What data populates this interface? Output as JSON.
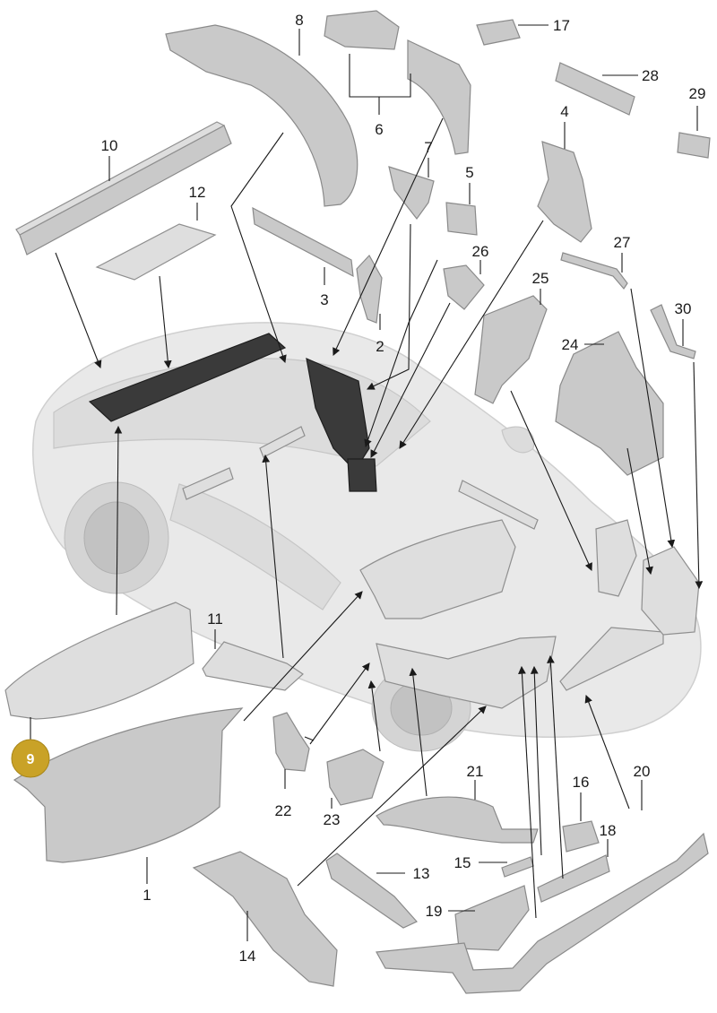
{
  "callouts": {
    "c1": "1",
    "c2": "2",
    "c3": "3",
    "c4": "4",
    "c5": "5",
    "c6": "6",
    "c7": "7",
    "c8": "8",
    "c10": "10",
    "c11": "11",
    "c12": "12",
    "c13": "13",
    "c14": "14",
    "c15": "15",
    "c16": "16",
    "c17": "17",
    "c18": "18",
    "c19": "19",
    "c20": "20",
    "c21": "21",
    "c22": "22",
    "c23": "23",
    "c24": "24",
    "c25": "25",
    "c26": "26",
    "c27": "27",
    "c28": "28",
    "c29": "29",
    "c30": "30"
  },
  "highlight": {
    "label": "9",
    "color": "#c9a227"
  },
  "colors": {
    "part": "#c9c9c9",
    "foam_dark": "#3a3a3a",
    "car_body": "#e9e9e9"
  }
}
